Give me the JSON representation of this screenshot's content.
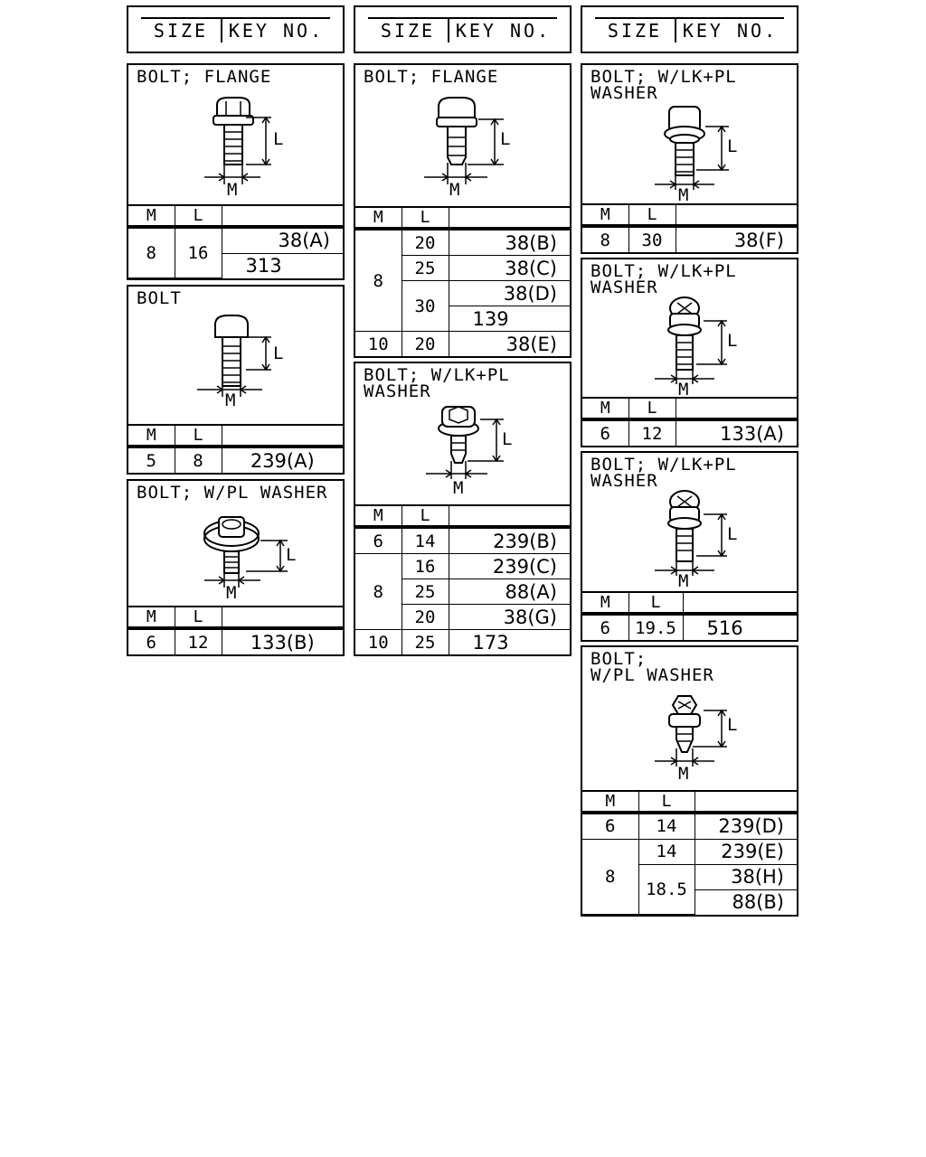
{
  "header": {
    "size_label": "SIZE",
    "key_label": "KEY NO."
  },
  "table_header": {
    "m": "M",
    "l": "L"
  },
  "dims": {
    "l": "L",
    "m": "M"
  },
  "panels": {
    "c1p1": {
      "title": "BOLT; FLANGE",
      "rows": [
        [
          "8",
          "16",
          "38(A)"
        ],
        [
          "313"
        ]
      ]
    },
    "c1p2": {
      "title": "BOLT",
      "rows": [
        [
          "5",
          "8",
          "239(A)"
        ]
      ]
    },
    "c1p3": {
      "title": "BOLT; W/PL WASHER",
      "rows": [
        [
          "6",
          "12",
          "133(B)"
        ]
      ]
    },
    "c2p1": {
      "title": "BOLT; FLANGE",
      "rows": [
        [
          "8",
          "20",
          "38(B)"
        ],
        [
          "25",
          "38(C)"
        ],
        [
          "30",
          "38(D)"
        ],
        [
          "139"
        ],
        [
          "10",
          "20",
          "38(E)"
        ]
      ]
    },
    "c2p2": {
      "title": "BOLT; W/LK+PL\nWASHER",
      "rows": [
        [
          "6",
          "14",
          "239(B)"
        ],
        [
          "8",
          "16",
          "239(C)"
        ],
        [
          "25",
          "88(A)"
        ],
        [
          "20",
          "38(G)"
        ],
        [
          "10",
          "25",
          "173"
        ]
      ]
    },
    "c3p1": {
      "title": "BOLT; W/LK+PL\nWASHER",
      "rows": [
        [
          "8",
          "30",
          "38(F)"
        ]
      ]
    },
    "c3p2": {
      "title": "BOLT; W/LK+PL\nWASHER",
      "rows": [
        [
          "6",
          "12",
          "133(A)"
        ]
      ]
    },
    "c3p3": {
      "title": "BOLT; W/LK+PL\nWASHER",
      "rows": [
        [
          "6",
          "19.5",
          "516"
        ]
      ]
    },
    "c3p4": {
      "title": "BOLT;\nW/PL WASHER",
      "rows": [
        [
          "6",
          "14",
          "239(D)"
        ],
        [
          "8",
          "14",
          "239(E)"
        ],
        [
          "18.5",
          "38(H)"
        ],
        [
          "88(B)"
        ]
      ]
    }
  }
}
